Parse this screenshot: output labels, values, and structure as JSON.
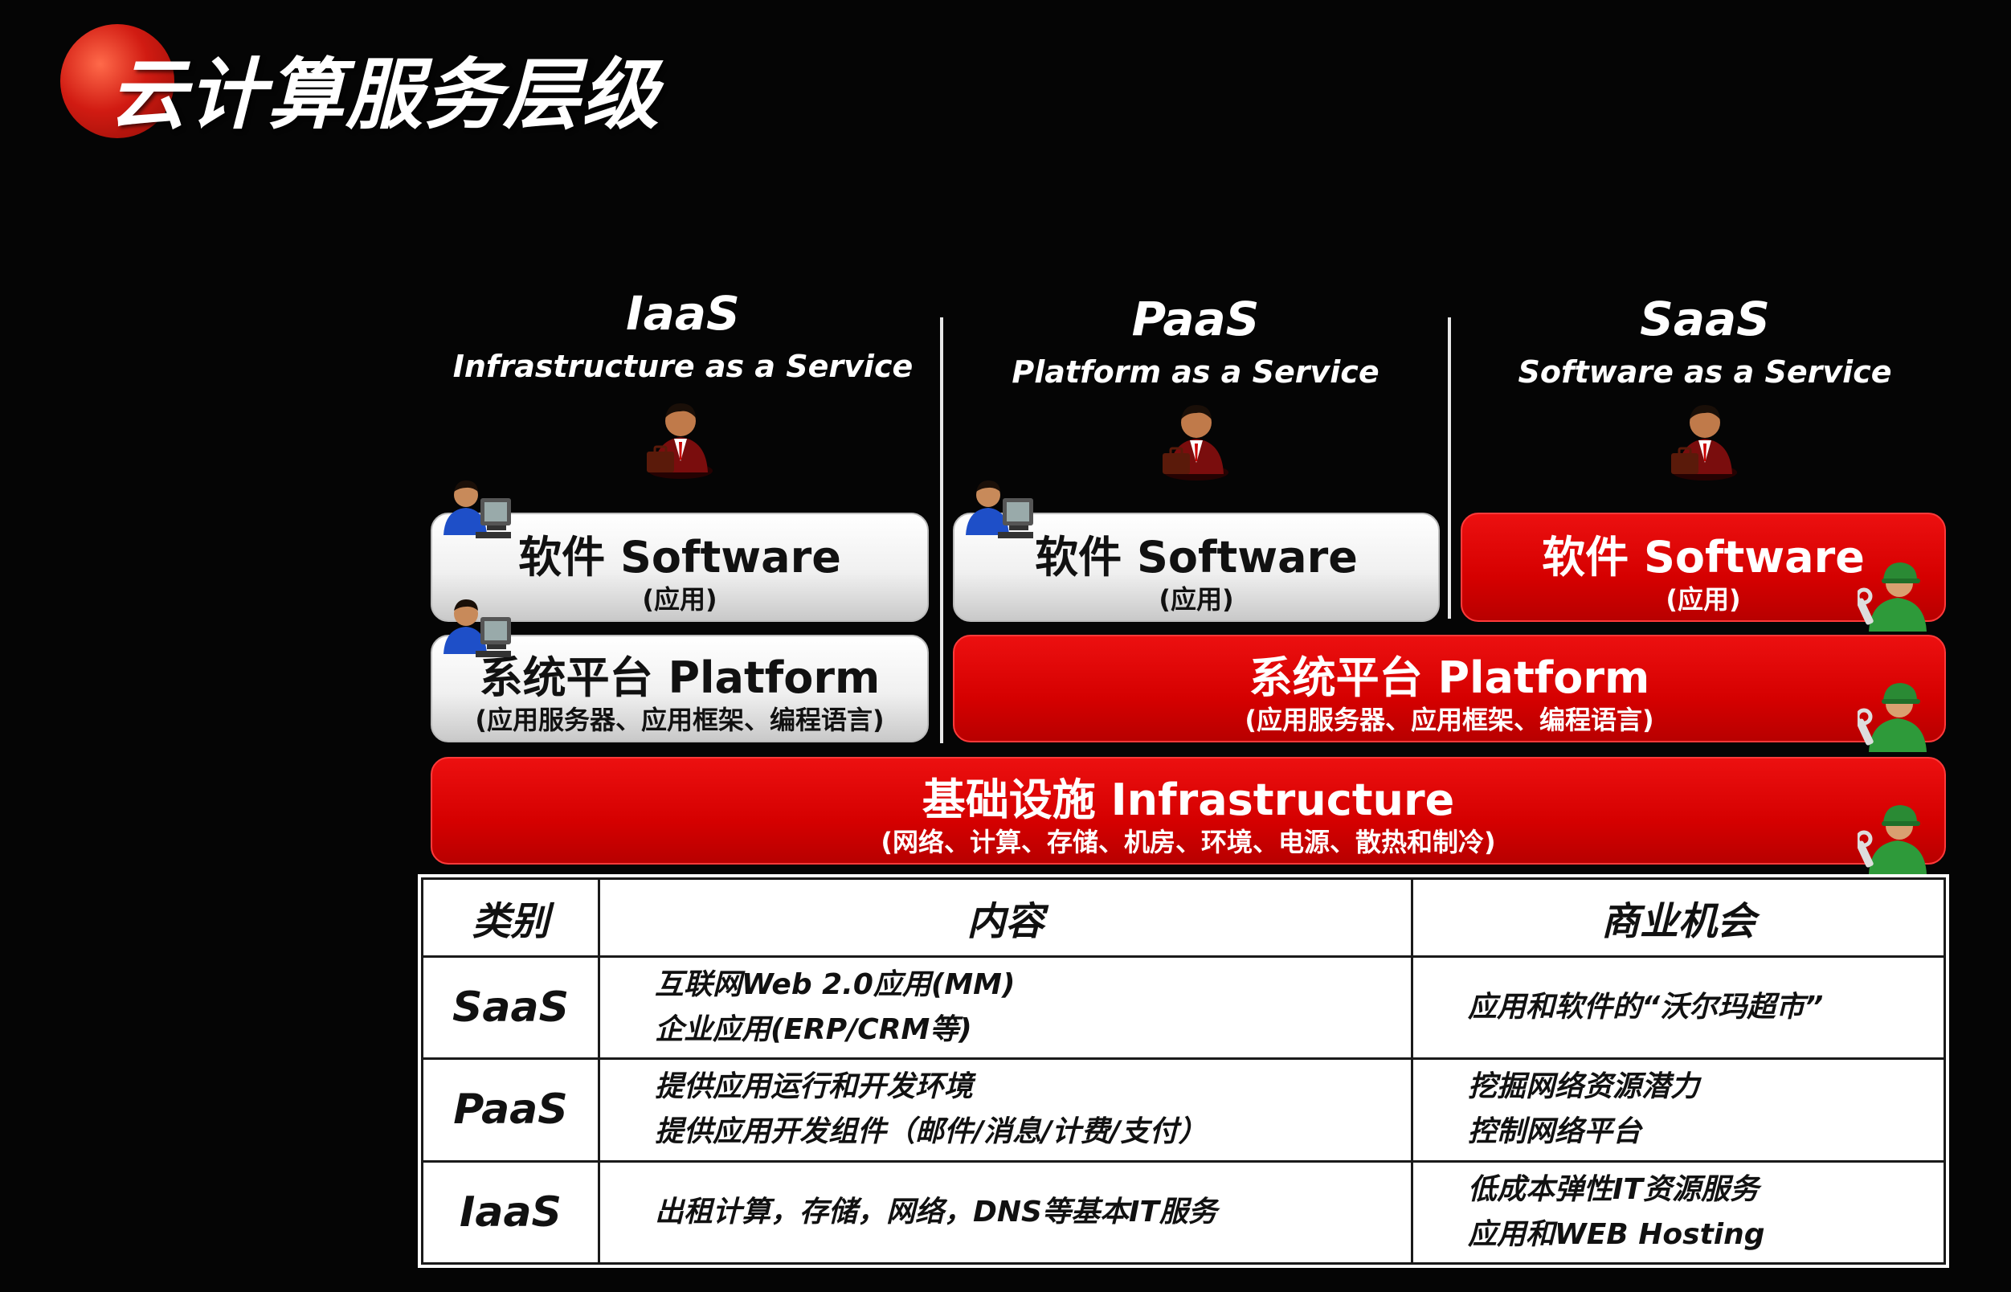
{
  "slide": {
    "title": "云计算服务层级"
  },
  "columns": [
    {
      "name": "IaaS",
      "full": "Infrastructure as a Service"
    },
    {
      "name": "PaaS",
      "full": "Platform as a Service"
    },
    {
      "name": "SaaS",
      "full": "Software as a Service"
    }
  ],
  "layers": {
    "software": {
      "title": "软件 Software",
      "subtitle": "(应用)"
    },
    "platform": {
      "title": "系统平台 Platform",
      "subtitle": "(应用服务器、应用框架、编程语言)"
    },
    "infrastructure": {
      "title": "基础设施 Infrastructure",
      "subtitle": "(网络、计算、存储、机房、环境、电源、散热和制冷)"
    }
  },
  "colors": {
    "red": "#d50000",
    "white": "#f2f2f2",
    "background": "#050505"
  },
  "icons": [
    "business-person-icon",
    "user-at-computer-icon",
    "maintenance-worker-icon"
  ],
  "table": {
    "headers": [
      "类别",
      "内容",
      "商业机会"
    ],
    "rows": [
      {
        "category": "SaaS",
        "content": [
          "互联网Web 2.0应用(MM)",
          "企业应用(ERP/CRM等)"
        ],
        "opportunity": [
          "应用和软件的“沃尔玛超市”"
        ]
      },
      {
        "category": "PaaS",
        "content": [
          "提供应用运行和开发环境",
          "提供应用开发组件（邮件/消息/计费/支付）"
        ],
        "opportunity": [
          "挖掘网络资源潜力",
          "控制网络平台"
        ]
      },
      {
        "category": "IaaS",
        "content": [
          "出租计算，存储，网络，DNS等基本IT服务"
        ],
        "opportunity": [
          "低成本弹性IT资源服务",
          "应用和WEB Hosting"
        ]
      }
    ]
  }
}
